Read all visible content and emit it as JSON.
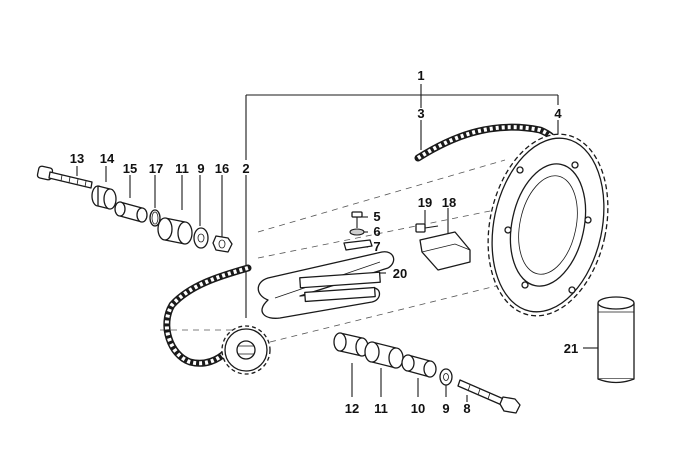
{
  "labels": [
    {
      "id": "1",
      "text": "1"
    },
    {
      "id": "2",
      "text": "2"
    },
    {
      "id": "3",
      "text": "3"
    },
    {
      "id": "4",
      "text": "4"
    },
    {
      "id": "5",
      "text": "5"
    },
    {
      "id": "6",
      "text": "6"
    },
    {
      "id": "7",
      "text": "7"
    },
    {
      "id": "20",
      "text": "20"
    },
    {
      "id": "19",
      "text": "19"
    },
    {
      "id": "18",
      "text": "18"
    },
    {
      "id": "13",
      "text": "13"
    },
    {
      "id": "14",
      "text": "14"
    },
    {
      "id": "15",
      "text": "15"
    },
    {
      "id": "17",
      "text": "17"
    },
    {
      "id": "11a",
      "text": "11"
    },
    {
      "id": "9a",
      "text": "9"
    },
    {
      "id": "16",
      "text": "16"
    },
    {
      "id": "21",
      "text": "21"
    },
    {
      "id": "12",
      "text": "12"
    },
    {
      "id": "11b",
      "text": "11"
    },
    {
      "id": "10",
      "text": "10"
    },
    {
      "id": "9b",
      "text": "9"
    },
    {
      "id": "8",
      "text": "8"
    }
  ],
  "reference": ""
}
